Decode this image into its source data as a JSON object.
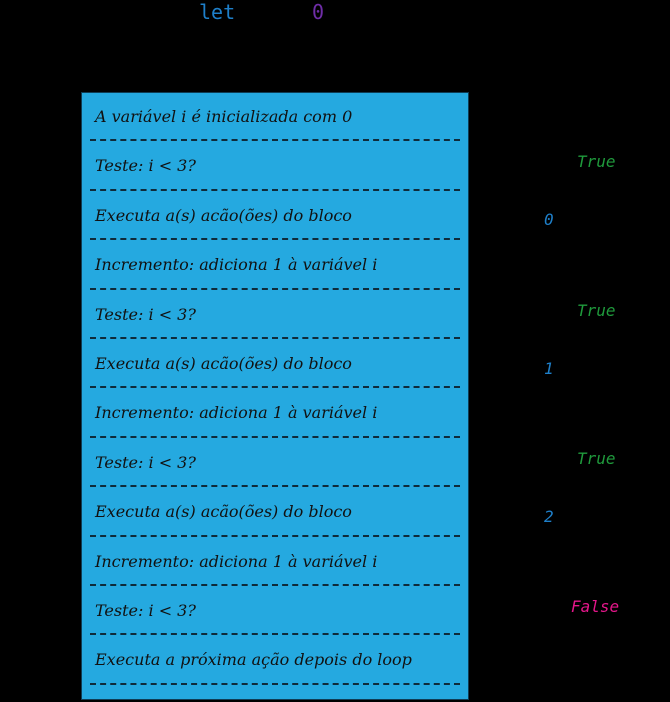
{
  "code_line": {
    "keyword": "let",
    "value": "0"
  },
  "steps": [
    {
      "label": "A variável i é inicializada com 0"
    },
    {
      "label": "Teste: i < 3?"
    },
    {
      "label": "Executa a(s) acão(ões) do bloco"
    },
    {
      "label": "Incremento: adiciona 1 à variável i"
    },
    {
      "label": "Teste: i < 3?"
    },
    {
      "label": "Executa a(s) acão(ões) do bloco"
    },
    {
      "label": "Incremento: adiciona 1 à variável i"
    },
    {
      "label": "Teste: i < 3?"
    },
    {
      "label": "Executa a(s) acão(ões) do bloco"
    },
    {
      "label": "Incremento: adiciona 1 à variável i"
    },
    {
      "label": "Teste: i < 3?"
    },
    {
      "label": "Executa a próxima ação depois do loop"
    }
  ],
  "annotations": {
    "test1": "True",
    "value1": "0",
    "test2": "True",
    "value2": "1",
    "test3": "True",
    "value3": "2",
    "test4": "False"
  },
  "colors": {
    "box": "#25a9e0",
    "true": "#1f9a3c",
    "false": "#e4168a",
    "value": "#1e7fc9",
    "keyword": "#1e7fc9",
    "number": "#6f2da8"
  }
}
